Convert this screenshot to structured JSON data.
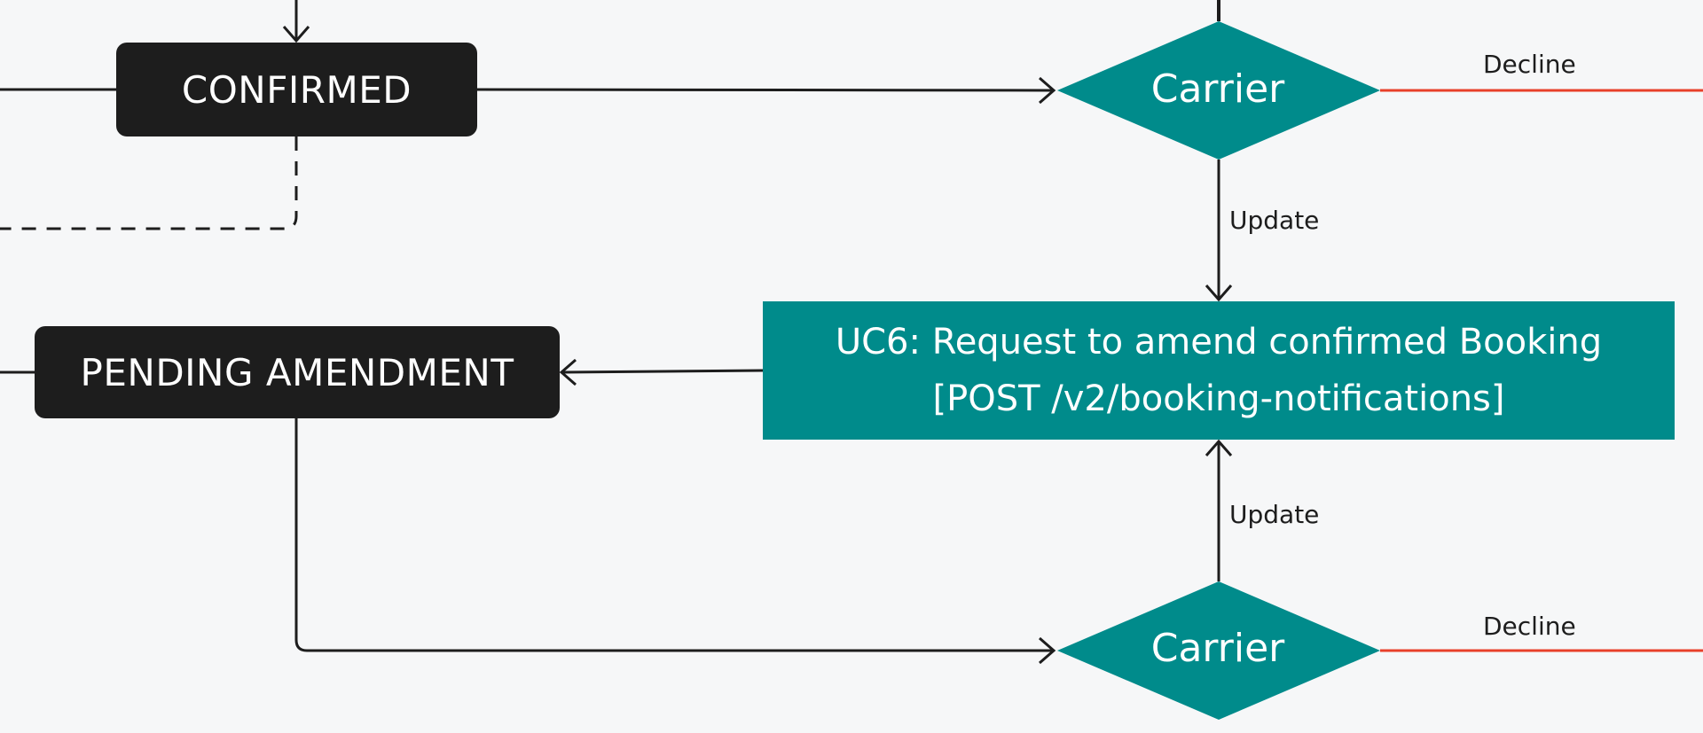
{
  "states": {
    "confirmed": "CONFIRMED",
    "pending_amendment": "PENDING AMENDMENT"
  },
  "use_case": {
    "title": "UC6: Request to amend confirmed Booking",
    "endpoint": "[POST /v2/booking-notifications]"
  },
  "decisions": {
    "top": "Carrier",
    "bottom": "Carrier"
  },
  "edge_labels": {
    "decline_top": "Decline",
    "update_top": "Update",
    "update_bottom": "Update",
    "decline_bottom": "Decline"
  },
  "colors": {
    "state_fill": "#1d1d1d",
    "teal": "#008b8b",
    "decline_line": "#e8402a",
    "line": "#1d1d1d",
    "background": "#f6f7f8"
  }
}
